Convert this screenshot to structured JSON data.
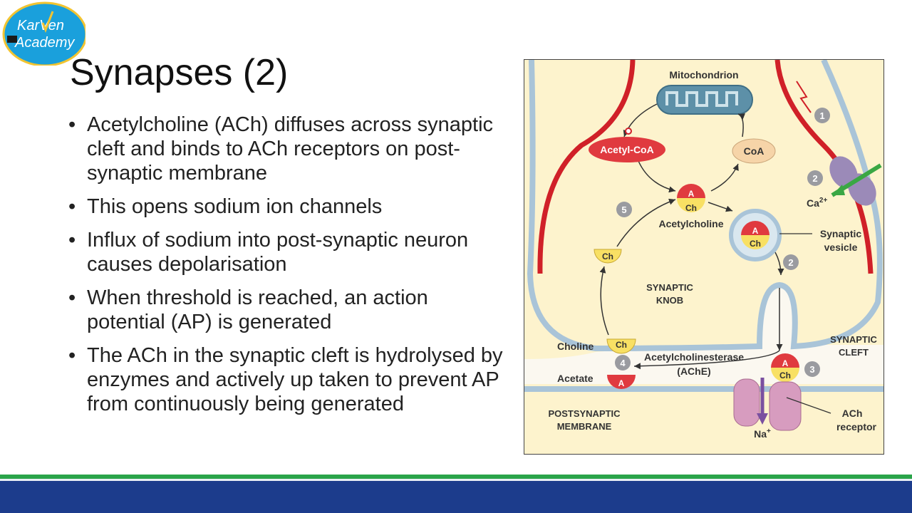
{
  "logo": {
    "line1": "KarVen",
    "line2": "Academy"
  },
  "title": "Synapses (2)",
  "bullets": [
    "Acetylcholine (ACh) diffuses across synaptic cleft and binds to ACh receptors on post-synaptic membrane",
    "This opens sodium ion channels",
    "Influx of sodium into post-synaptic neuron causes depolarisation",
    "When threshold is reached, an action potential (AP) is generated",
    "The ACh in the synaptic cleft is hydrolysed by enzymes and actively up taken to prevent AP from continuously being generated"
  ],
  "diagram": {
    "mitochondrion": "Mitochondrion",
    "acetyl_coa": "Acetyl-CoA",
    "coa": "CoA",
    "a": "A",
    "ch": "Ch",
    "acetylcholine": "Acetylcholine",
    "synaptic_vesicle_1": "Synaptic",
    "synaptic_vesicle_2": "vesicle",
    "ca_ion": "Ca",
    "ca_charge": "2+",
    "synaptic_knob_1": "SYNAPTIC",
    "synaptic_knob_2": "KNOB",
    "synaptic_cleft_1": "SYNAPTIC",
    "synaptic_cleft_2": "CLEFT",
    "choline": "Choline",
    "acetate": "Acetate",
    "ache_1": "Acetylcholinesterase",
    "ache_2": "(AChE)",
    "postsynaptic_1": "POSTSYNAPTIC",
    "postsynaptic_2": "MEMBRANE",
    "ach_receptor_1": "ACh",
    "ach_receptor_2": "receptor",
    "na_ion": "Na",
    "na_charge": "+",
    "step_labels": [
      "1",
      "2",
      "2",
      "3",
      "4",
      "5"
    ]
  },
  "colors": {
    "membrane_red": "#d02028",
    "membrane_blue": "#a9c4d8",
    "cytoplasm": "#fdf3cd",
    "mito": "#5d90a8",
    "acetyl_red": "#e03a3f",
    "coa_fill": "#f6d4a8",
    "ch_yellow": "#f8e064",
    "receptor_pink": "#d79cbf",
    "ca_purple": "#9b8ab8",
    "na_purple": "#7a50a0",
    "step_grey": "#9a9ba0",
    "footer_green": "#2aa44a",
    "footer_blue": "#1c3c8c"
  }
}
